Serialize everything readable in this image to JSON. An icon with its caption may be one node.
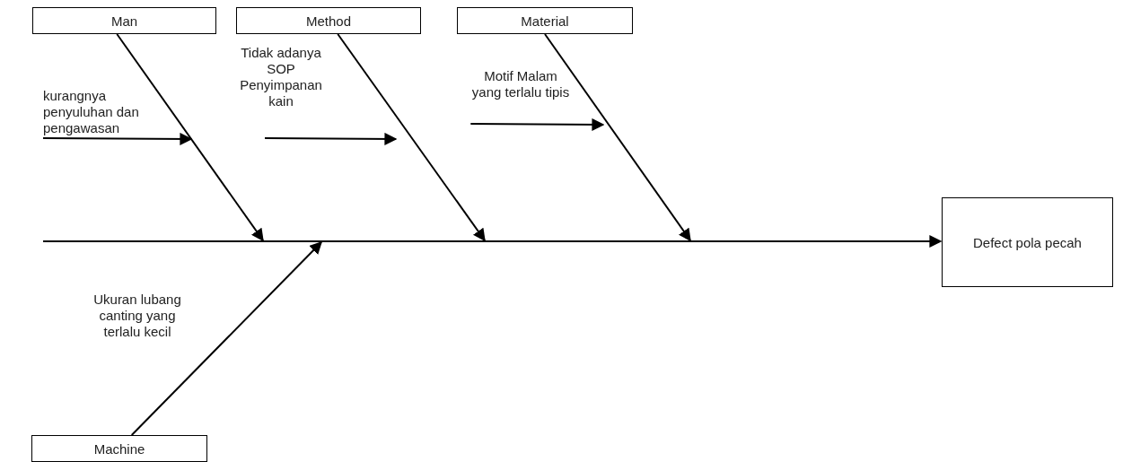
{
  "diagram": {
    "nodes": [
      {
        "text": [
          "Man"
        ]
      },
      {
        "text": [
          "Method"
        ]
      },
      {
        "text": [
          "Material"
        ]
      },
      {
        "text": [
          "kurangnya penyuluhan dan pengawasan"
        ]
      },
      {
        "text": [
          "Tidak adanya SOP Penyimpanan kain"
        ]
      },
      {
        "text": [
          "Motif Malam yang terlalu tipis"
        ]
      },
      {
        "text": [
          "Defect pola pecah"
        ]
      },
      {
        "text": [
          "Ukuran lubang canting yang terlalu kecil"
        ]
      },
      {
        "text": [
          "Machine"
        ]
      }
    ],
    "edges": [
      {
        "from": null,
        "to": 6,
        "arrow": "to"
      },
      {
        "from": 0,
        "to": null,
        "arrow": "to"
      },
      {
        "from": 1,
        "to": null,
        "arrow": "to"
      },
      {
        "from": 2,
        "to": null,
        "arrow": "to"
      },
      {
        "from": 8,
        "to": null,
        "arrow": "to"
      },
      {
        "from": 3,
        "to": null,
        "arrow": "to"
      },
      {
        "from": 4,
        "to": null,
        "arrow": "to"
      },
      {
        "from": 5,
        "to": null,
        "arrow": "to"
      }
    ]
  }
}
